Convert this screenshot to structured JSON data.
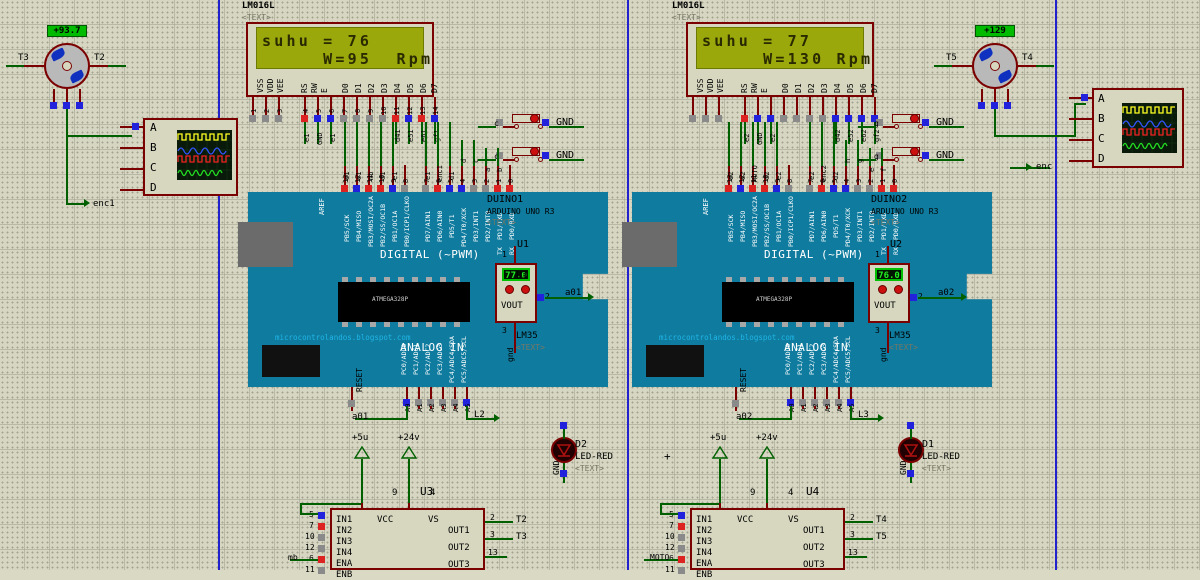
{
  "app": {
    "name": "proteus-schematic-capture",
    "background_color": "#d6d6c2",
    "grid_color": "#969682",
    "wire_color": "#006000",
    "body_color": "#7b0000"
  },
  "lcds": [
    {
      "id": "lcd-left",
      "part_ref": "LM016L",
      "text_tag": "<TEXT>",
      "line1": "suhu = 76",
      "line2": "     W=95  Rpm",
      "pins": [
        "VSS",
        "VDD",
        "VEE",
        "RS",
        "RW",
        "E",
        "D0",
        "D1",
        "D2",
        "D3",
        "D4",
        "D5",
        "D6",
        "D7"
      ],
      "pin_numbers": [
        "1",
        "2",
        "3",
        "4",
        "5",
        "6",
        "7",
        "8",
        "9",
        "10",
        "11",
        "12",
        "13",
        "14"
      ]
    },
    {
      "id": "lcd-right",
      "part_ref": "LM016L",
      "text_tag": "<TEXT>",
      "line1": "suhu = 77",
      "line2": "     W=130 Rpm",
      "pins": [
        "VSS",
        "VDD",
        "VEE",
        "RS",
        "RW",
        "E",
        "D0",
        "D1",
        "D2",
        "D3",
        "D4",
        "D5",
        "D6",
        "D7"
      ],
      "pin_numbers": [
        "1",
        "2",
        "3",
        "4",
        "5",
        "6",
        "7",
        "8",
        "9",
        "10",
        "11",
        "12",
        "13",
        "14"
      ]
    }
  ],
  "arduinos": [
    {
      "id": "arduino-left",
      "designator": "DUINO1",
      "part": "ARDUINO UNO R3",
      "text_tag": "<TEXT>",
      "watermark": "microcontrolandos.blogspot.com",
      "digital_header": "DIGITAL (~PWM)",
      "analog_header": "ANALOG IN",
      "reset_label": "RESET",
      "aref_label": "AREF",
      "chip_label": "ATMEGA328P",
      "digital_pins": [
        {
          "num": "13",
          "name": "PB5/SCK",
          "net": "e1"
        },
        {
          "num": "12",
          "name": "PB4/MISO",
          "net": "e1"
        },
        {
          "num": "11",
          "name": "PB3/MOSI/OC2A",
          "net": "mb"
        },
        {
          "num": "10",
          "name": "PB2/SS/OC1B",
          "net": "d1"
        },
        {
          "num": "9",
          "name": "PB1/OC1A",
          "net": "e1"
        },
        {
          "num": "8",
          "name": "PB0/ICP1/CLKO",
          "net": ""
        },
        {
          "num": "7",
          "name": "PD7/AIN1",
          "net": "e1"
        },
        {
          "num": "6",
          "name": "PD6/AIN0",
          "net": "enc1"
        },
        {
          "num": "5",
          "name": "PD5/T1",
          "net": "d1"
        },
        {
          "num": "4",
          "name": "PD4/T0/XCK",
          "net": "d"
        },
        {
          "num": "3",
          "name": "PD3/INT1",
          "net": "c"
        },
        {
          "num": "2",
          "name": "PD2/INT0",
          "net": "a"
        },
        {
          "num": "1",
          "name": "PD1/TXD",
          "net": "b"
        },
        {
          "num": "0",
          "name": "PD0/RXD",
          "net": ""
        }
      ],
      "serial_tx": "TX",
      "serial_rx": "RX",
      "analog_pins": [
        {
          "num": "A0",
          "name": "PC0/ADC0",
          "net": "a01"
        },
        {
          "num": "A1",
          "name": "PC1/ADC1",
          "net": ""
        },
        {
          "num": "A2",
          "name": "PC2/ADC2",
          "net": ""
        },
        {
          "num": "A3",
          "name": "PC3/ADC3",
          "net": ""
        },
        {
          "num": "A4",
          "name": "PC4/ADC4/SDA",
          "net": ""
        },
        {
          "num": "A5",
          "name": "PC5/ADC5/SCL",
          "net": "L2"
        }
      ]
    },
    {
      "id": "arduino-right",
      "designator": "DUINO2",
      "part": "ARDUINO UNO R3",
      "text_tag": "<TEXT>",
      "watermark": "microcontrolandos.blogspot.com",
      "digital_header": "DIGITAL (~PWM)",
      "analog_header": "ANALOG IN",
      "reset_label": "RESET",
      "aref_label": "AREF",
      "chip_label": "ATMEGA328P",
      "digital_pins": [
        {
          "num": "13",
          "name": "PB5/SCK",
          "net": "e2"
        },
        {
          "num": "12",
          "name": "PB4/MISO",
          "net": "e2"
        },
        {
          "num": "11",
          "name": "PB3/MOSI/OC2A",
          "net": "MOTO"
        },
        {
          "num": "10",
          "name": "PB2/SS/OC1B",
          "net": "d2"
        },
        {
          "num": "9",
          "name": "PB1/OC1A",
          "net": "e2"
        },
        {
          "num": "8",
          "name": "PB0/ICP1/CLKO",
          "net": ""
        },
        {
          "num": "7",
          "name": "PD7/AIN1",
          "net": "e2"
        },
        {
          "num": "6",
          "name": "PD6/AIN0",
          "net": "enc2"
        },
        {
          "num": "5",
          "name": "PD5/T1",
          "net": "d2"
        },
        {
          "num": "4",
          "name": "PD4/T0/XCK",
          "net": "h"
        },
        {
          "num": "3",
          "name": "PD3/INT1",
          "net": "g"
        },
        {
          "num": "2",
          "name": "PD2/INT0",
          "net": "e"
        },
        {
          "num": "1",
          "name": "PD1/TXD",
          "net": "f"
        },
        {
          "num": "0",
          "name": "PD0/RXD",
          "net": ""
        }
      ],
      "serial_tx": "TX",
      "serial_rx": "RX",
      "analog_pins": [
        {
          "num": "A0",
          "name": "PC0/ADC0",
          "net": "a02"
        },
        {
          "num": "A1",
          "name": "PC1/ADC1",
          "net": ""
        },
        {
          "num": "A2",
          "name": "PC2/ADC2",
          "net": ""
        },
        {
          "num": "A3",
          "name": "PC3/ADC3",
          "net": ""
        },
        {
          "num": "A4",
          "name": "PC4/ADC4/SDA",
          "net": ""
        },
        {
          "num": "A5",
          "name": "PC5/ADC5/SCL",
          "net": "L3"
        }
      ]
    }
  ],
  "sensors": [
    {
      "id": "lm35-left",
      "designator": "U1",
      "part": "LM35",
      "text_tag": "<TEXT>",
      "reading": "77.0",
      "vout_label": "VOUT",
      "pin2": "2",
      "pin3": "3",
      "gnd_label": "gnd",
      "out_net": "a01"
    },
    {
      "id": "lm35-right",
      "designator": "U2",
      "part": "LM35",
      "text_tag": "<TEXT>",
      "reading": "76.0",
      "vout_label": "VOUT",
      "pin2": "2",
      "pin3": "3",
      "gnd_label": "gnd",
      "out_net": "a02"
    }
  ],
  "motors": [
    {
      "id": "motor-left",
      "meter_value": "+93.7",
      "terminal_left": "T3",
      "terminal_right": "T2"
    },
    {
      "id": "motor-right",
      "meter_value": "+129",
      "terminal_left": "T5",
      "terminal_right": "T4"
    }
  ],
  "scopes": [
    {
      "id": "scope-left",
      "channels": [
        "A",
        "B",
        "C",
        "D"
      ],
      "trace_colors": [
        "#ffff22",
        "#3355ff",
        "#ee2222",
        "#22dd22"
      ],
      "input_net": "enc1"
    },
    {
      "id": "scope-right",
      "channels": [
        "A",
        "B",
        "C",
        "D"
      ],
      "trace_colors": [
        "#ffff22",
        "#3355ff",
        "#ee2222",
        "#22dd22"
      ],
      "input_net": "enc"
    }
  ],
  "drivers": [
    {
      "id": "driver-u3",
      "designator": "U3",
      "inputs": [
        "IN1",
        "IN2",
        "IN3",
        "IN4",
        "ENA",
        "ENB"
      ],
      "input_pins": [
        "5",
        "7",
        "10",
        "12",
        "6",
        "11"
      ],
      "input_nets": [
        "",
        "",
        "",
        "",
        "mb",
        ""
      ],
      "vcc_label": "VCC",
      "vs_label": "VS",
      "vcc_pin": "9",
      "vs_pin": "4",
      "outputs": [
        "OUT1",
        "OUT2",
        "OUT3"
      ],
      "output_pins": [
        "2",
        "3",
        "13"
      ],
      "output_nets": [
        "T2",
        "T3",
        ""
      ]
    },
    {
      "id": "driver-u4",
      "designator": "U4",
      "inputs": [
        "IN1",
        "IN2",
        "IN3",
        "IN4",
        "ENA",
        "ENB"
      ],
      "input_pins": [
        "5",
        "7",
        "10",
        "12",
        "6",
        "11"
      ],
      "input_nets": [
        "",
        "",
        "",
        "",
        "MOTO",
        ""
      ],
      "vcc_label": "VCC",
      "vs_label": "VS",
      "vcc_pin": "9",
      "vs_pin": "4",
      "outputs": [
        "OUT1",
        "OUT2",
        "OUT3"
      ],
      "output_pins": [
        "2",
        "3",
        "13"
      ],
      "output_nets": [
        "T4",
        "T5",
        ""
      ]
    }
  ],
  "leds": [
    {
      "id": "led-d2",
      "designator": "D2",
      "part": "LED-RED",
      "text_tag": "<TEXT>",
      "gnd_label": "GND"
    },
    {
      "id": "led-d1",
      "designator": "D1",
      "part": "LED-RED",
      "text_tag": "<TEXT>",
      "gnd_label": "GND"
    }
  ],
  "switches": [
    {
      "id": "sw-c-1",
      "net": "c",
      "gnd_label": "GND"
    },
    {
      "id": "sw-c-2",
      "net": "c",
      "gnd_label": "GND"
    },
    {
      "id": "sw-g-1",
      "net": "g",
      "gnd_label": "GND"
    },
    {
      "id": "sw-g-2",
      "net": "g",
      "gnd_label": "GND"
    }
  ],
  "power_rails": [
    {
      "id": "pwr-5v-left",
      "label": "+5u"
    },
    {
      "id": "pwr-24v-left",
      "label": "+24v"
    },
    {
      "id": "pwr-5v-right",
      "label": "+5u"
    },
    {
      "id": "pwr-24v-right",
      "label": "+24v"
    }
  ],
  "net_labels": {
    "enc1": "enc1",
    "enc": "enc",
    "gnd": "gnd",
    "a01": "a01",
    "a02": "a02",
    "L2": "L2",
    "L3": "L3"
  }
}
